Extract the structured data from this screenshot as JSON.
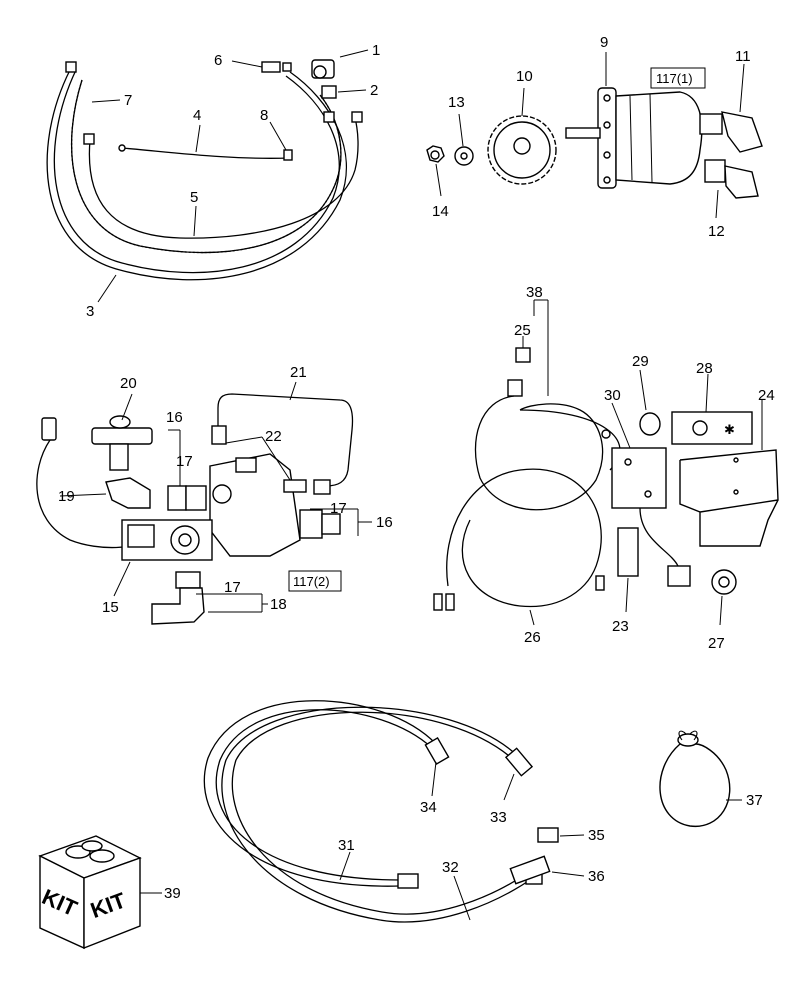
{
  "callouts": {
    "c1": "1",
    "c2": "2",
    "c3": "3",
    "c4": "4",
    "c5": "5",
    "c6": "6",
    "c7": "7",
    "c8": "8",
    "c9": "9",
    "c10": "10",
    "c11": "11",
    "c12": "12",
    "c13": "13",
    "c14": "14",
    "c15": "15",
    "c16a": "16",
    "c16b": "16",
    "c17a": "17",
    "c17b": "17",
    "c17c": "17",
    "c18": "18",
    "c19": "19",
    "c20": "20",
    "c21": "21",
    "c22": "22",
    "c23": "23",
    "c24": "24",
    "c25": "25",
    "c26": "26",
    "c27": "27",
    "c28": "28",
    "c29": "29",
    "c30": "30",
    "c31": "31",
    "c32": "32",
    "c33": "33",
    "c34": "34",
    "c35": "35",
    "c36": "36",
    "c37": "37",
    "c38": "38",
    "c39": "39"
  },
  "references": {
    "pump_ref": "117(1)",
    "valve_ref": "117(2)"
  },
  "kit_label": "KIT"
}
